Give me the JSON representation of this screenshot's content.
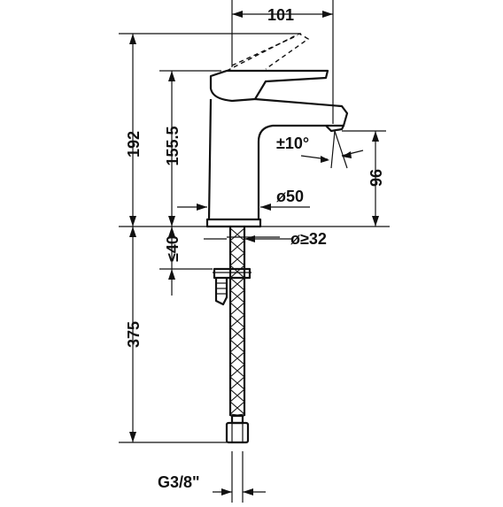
{
  "dimensions": {
    "spout_reach": "101",
    "total_height": "192",
    "spout_height": "155.5",
    "outlet_clearance": "96",
    "spout_angle": "±10°",
    "base_diameter": "ø50",
    "hole_diameter": "ø≥32",
    "max_deck_thickness": "≤40",
    "hose_length": "375",
    "connection_thread": "G3/8\""
  }
}
